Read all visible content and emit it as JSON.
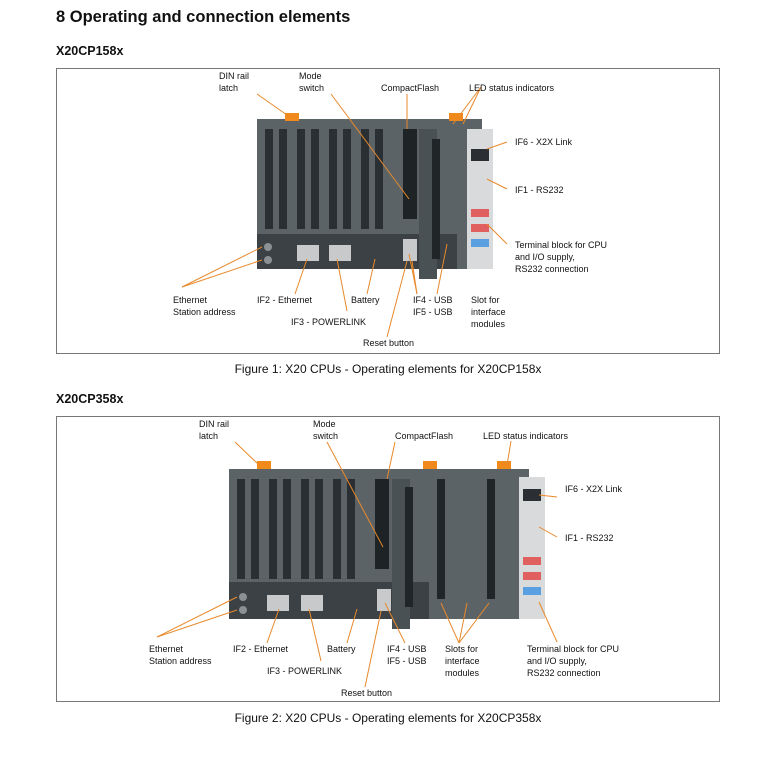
{
  "page": {
    "section_title": "8 Operating and connection elements"
  },
  "figures": [
    {
      "heading": "X20CP158x",
      "caption": "Figure 1: X20 CPUs - Operating elements for X20CP158x",
      "labels": {
        "din_rail_latch": "DIN rail\nlatch",
        "mode_switch": "Mode\nswitch",
        "compactflash": "CompactFlash",
        "led_status": "LED status indicators",
        "if6": "IF6 - X2X Link",
        "if1": "IF1 - RS232",
        "terminal_block": "Terminal block for CPU\nand I/O supply,\nRS232 connection",
        "ethernet_station": "Ethernet\nStation address",
        "if2": "IF2 - Ethernet",
        "if3": "IF3 - POWERLINK",
        "battery": "Battery",
        "if4_if5": "IF4 - USB\nIF5 - USB",
        "slot": "Slot for\ninterface\nmodules",
        "reset": "Reset button"
      }
    },
    {
      "heading": "X20CP358x",
      "caption": "Figure 2: X20 CPUs - Operating elements for X20CP358x",
      "labels": {
        "din_rail_latch": "DIN rail\nlatch",
        "mode_switch": "Mode\nswitch",
        "compactflash": "CompactFlash",
        "led_status": "LED status indicators",
        "if6": "IF6 - X2X Link",
        "if1": "IF1 - RS232",
        "terminal_block": "Terminal block for CPU\nand I/O supply,\nRS232 connection",
        "ethernet_station": "Ethernet\nStation address",
        "if2": "IF2 - Ethernet",
        "if3": "IF3 - POWERLINK",
        "battery": "Battery",
        "if4_if5": "IF4 - USB\nIF5 - USB",
        "slot": "Slots for\ninterface\nmodules",
        "reset": "Reset button"
      }
    }
  ],
  "colors": {
    "leader_line": "#e8892b",
    "housing": "#5c6367",
    "housing_dark": "#3b4145",
    "latch": "#f08a1c"
  }
}
